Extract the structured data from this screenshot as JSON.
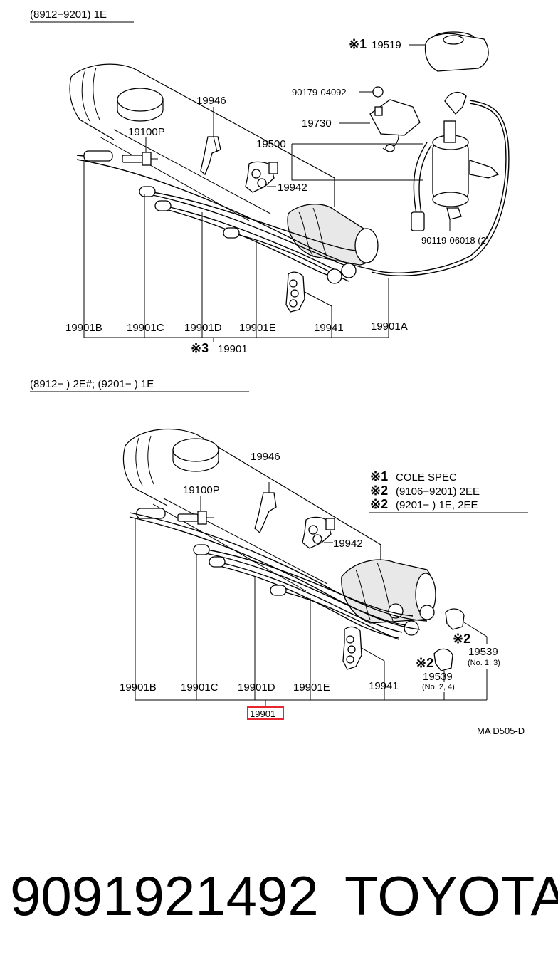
{
  "top_section": {
    "header": "(8912−9201) 1E",
    "labels": {
      "p19519": "19519",
      "p90179": "90179-04092",
      "p19946": "19946",
      "p19100p": "19100P",
      "p19730": "19730",
      "p19500": "19500",
      "p19942": "19942",
      "p90119": "90119-06018 (2)",
      "p19901b": "19901B",
      "p19901c": "19901C",
      "p19901d": "19901D",
      "p19901e": "19901E",
      "p19941": "19941",
      "p19901a": "19901A",
      "p19901": "19901"
    },
    "marks": {
      "m1": "※1",
      "m3": "※3"
    }
  },
  "bottom_section": {
    "header": "(8912−         ) 2E#; (9201−         ) 1E",
    "labels": {
      "p19946": "19946",
      "p19100p": "19100P",
      "p19942": "19942",
      "p19901b": "19901B",
      "p19901c": "19901C",
      "p19901d": "19901D",
      "p19901e": "19901E",
      "p19941": "19941",
      "p19539a": "19539",
      "p19539a_sub": "(No. 1, 3)",
      "p19539b": "19539",
      "p19539b_sub": "(No. 2, 4)",
      "p19901": "19901"
    },
    "marks": {
      "m2a": "※2",
      "m2b": "※2"
    },
    "notes": [
      {
        "mark": "※1",
        "text": "COLE SPEC"
      },
      {
        "mark": "※2",
        "text": "(9106−9201) 2EE"
      },
      {
        "mark": "※2",
        "text": "(9201−         ) 1E, 2EE"
      }
    ],
    "code": "MA D505-D",
    "highlight_color": "#e8262e"
  },
  "footer": {
    "part_number": "9091921492",
    "brand": "TOYOTA"
  }
}
